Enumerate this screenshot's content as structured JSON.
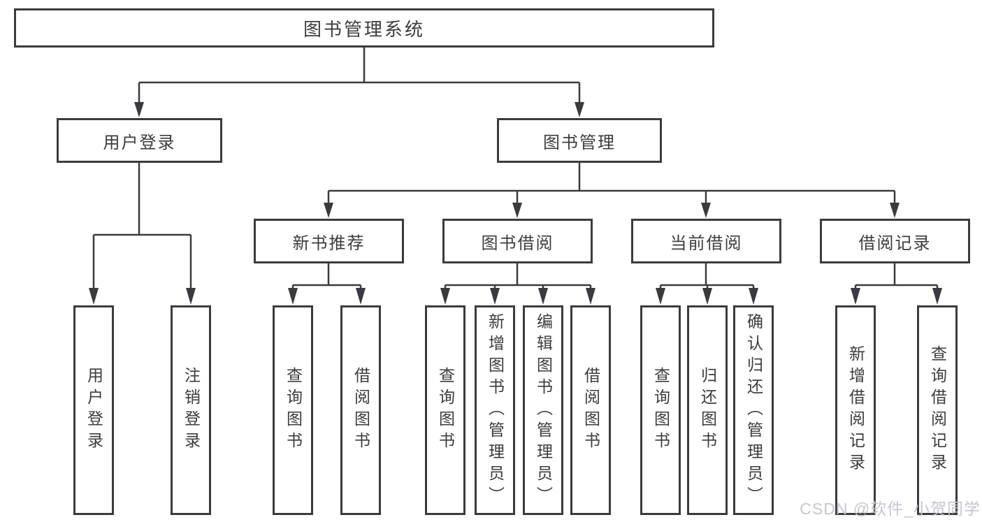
{
  "nodes": {
    "root": "图书管理系统",
    "level2": [
      "用户登录",
      "图书管理"
    ],
    "level3": [
      "新书推荐",
      "图书借阅",
      "当前借阅",
      "借阅记录"
    ],
    "leaves": {
      "user_login": [
        "用户登录",
        "注销登录"
      ],
      "new_book_recommend": [
        "查询图书",
        "借阅图书"
      ],
      "book_borrow": [
        "查询图书",
        "新增图书（管理员）",
        "编辑图书（管理员）",
        "借阅图书"
      ],
      "current_borrow": [
        "查询图书",
        "归还图书",
        "确认归还（管理员）"
      ],
      "borrow_records": [
        "新增借阅记录",
        "查询借阅记录"
      ]
    }
  },
  "watermark": "CSDN @软件_小贺同学",
  "colors": {
    "line": "#3b3b3f",
    "text": "#3c3c40",
    "watermark": "#c7c7cc",
    "background": "#ffffff"
  }
}
